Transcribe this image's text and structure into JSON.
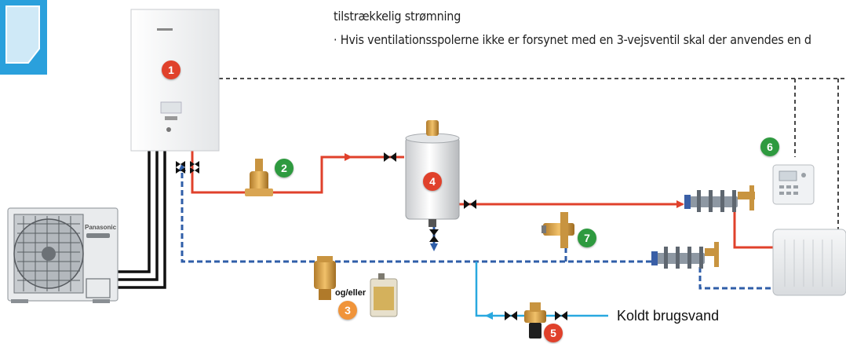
{
  "notes": {
    "line1": "tilstrækkelig strømning",
    "line2": "· Hvis ventilationsspolerne ikke er forsynet med en 3-vejsventil skal der anvendes en d"
  },
  "outdoor_unit": {
    "brand": "Panasonic"
  },
  "badges": [
    {
      "id": "1",
      "color": "#e0412b"
    },
    {
      "id": "2",
      "color": "#2e9a3f"
    },
    {
      "id": "3",
      "color": "#f0943a"
    },
    {
      "id": "4",
      "color": "#e0412b"
    },
    {
      "id": "5",
      "color": "#e0412b"
    },
    {
      "id": "6",
      "color": "#2e9a3f"
    },
    {
      "id": "7",
      "color": "#2e9a3f"
    }
  ],
  "labels": {
    "or_label": "og/eller",
    "cold_water": "Koldt brugsvand"
  },
  "colors": {
    "supply": "#e0412b",
    "return": "#2f5ea8",
    "cold_water": "#29a8df",
    "power": "#111111",
    "control": "#333333",
    "corner_icon": "#2aa0dc"
  }
}
